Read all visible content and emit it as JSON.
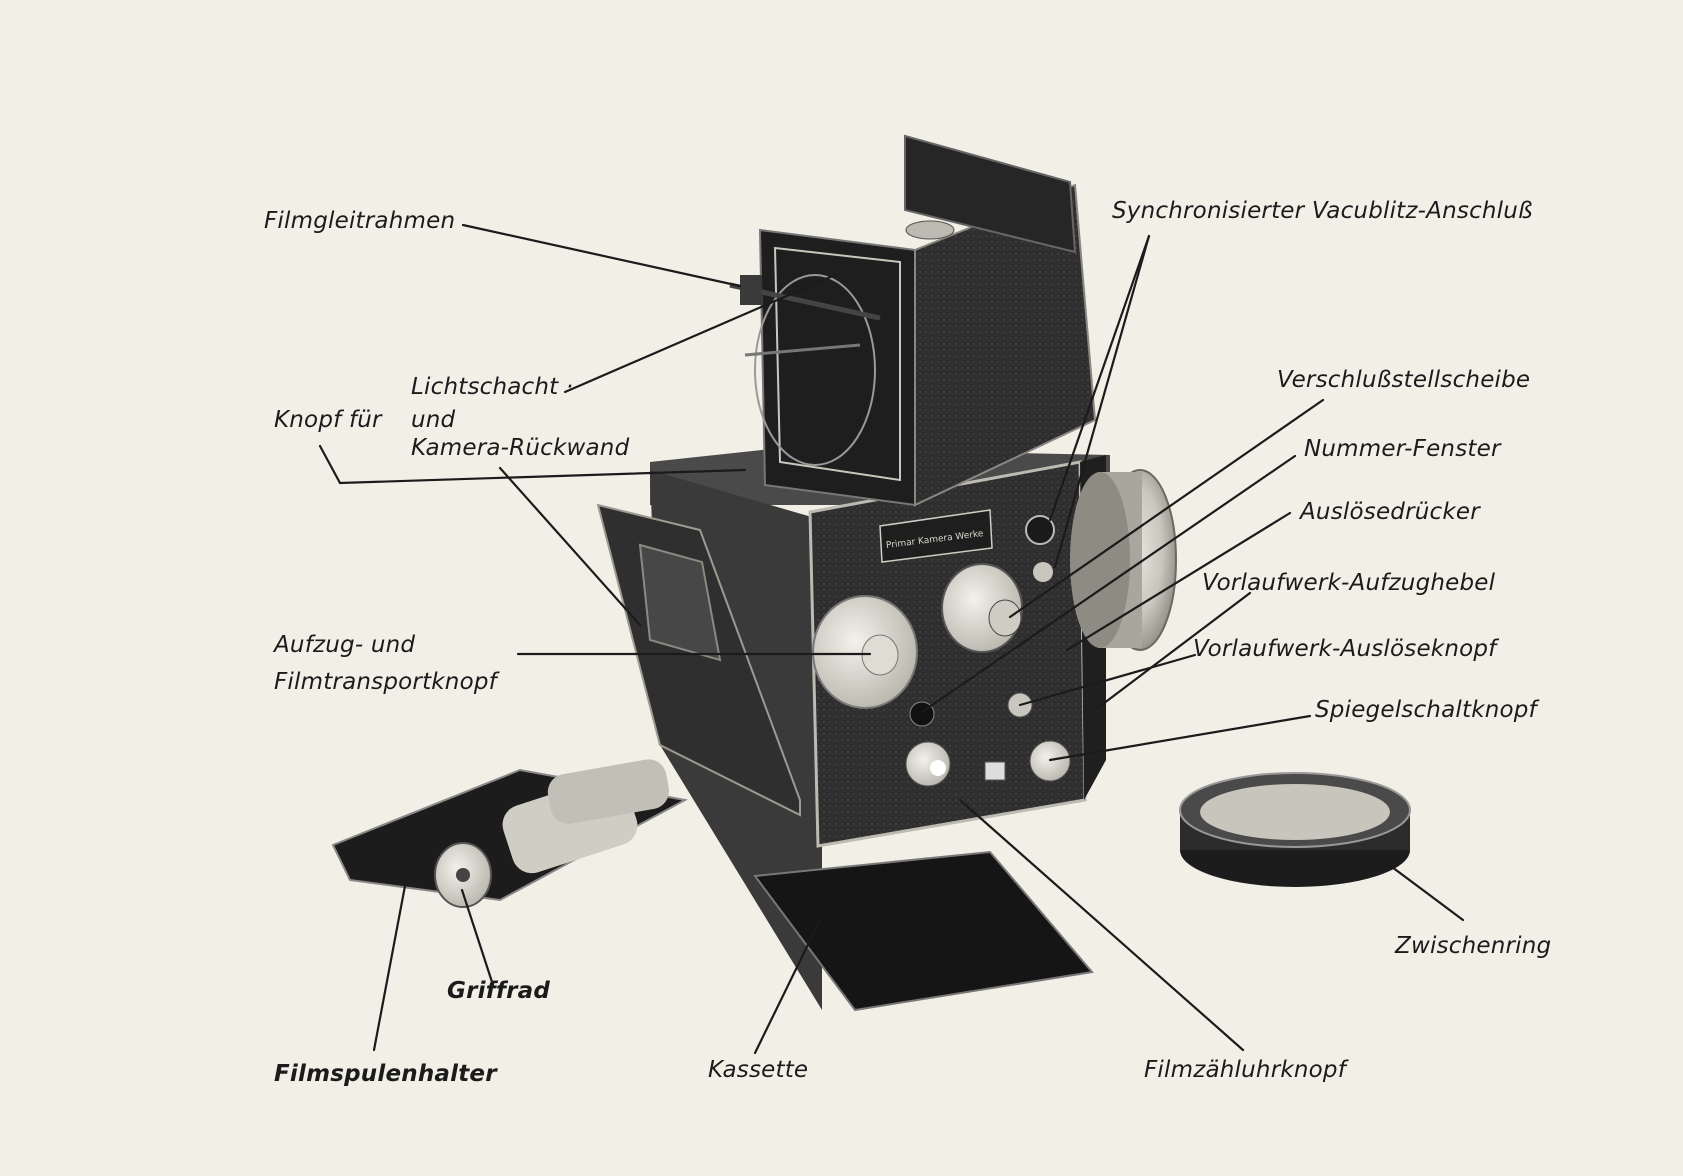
{
  "labels": {
    "filmgleitrahmen": "Filmgleitrahmen",
    "lichtschacht": "Lichtschacht ·",
    "knopf_fuer": "Knopf für",
    "und": "und",
    "kamera_rueckwand": "Kamera-Rückwand",
    "aufzug_line1": "Aufzug- und",
    "aufzug_line2": "Filmtransportknopf",
    "griffrad": "Griffrad",
    "filmspulenhalter": "Filmspulenhalter",
    "kassette": "Kassette",
    "filmzaehluhrknopf": "Filmzähluhrknopf",
    "zwischenring": "Zwischenring",
    "vacublitz": "Synchronisierter Vacublitz-Anschluß",
    "verschlussstellscheibe": "Verschlußstellscheibe",
    "nummer_fenster": "Nummer-Fenster",
    "ausloesedruecker": "Auslösedrücker",
    "vorlaufwerk_aufzughebel": "Vorlaufwerk-Aufzughebel",
    "vorlaufwerk_ausloeseknopf": "Vorlaufwerk-Auslöseknopf",
    "spiegelschaltknopf": "Spiegelschaltknopf"
  },
  "camera_nameplate": "Primar Kamera Werke",
  "colors": {
    "paper": "#f1efe6",
    "ink": "#1b1b1b",
    "camera_body": "#2a2a2a",
    "leatherette": "#3b3b3b",
    "metal": "#b9b6ad"
  }
}
